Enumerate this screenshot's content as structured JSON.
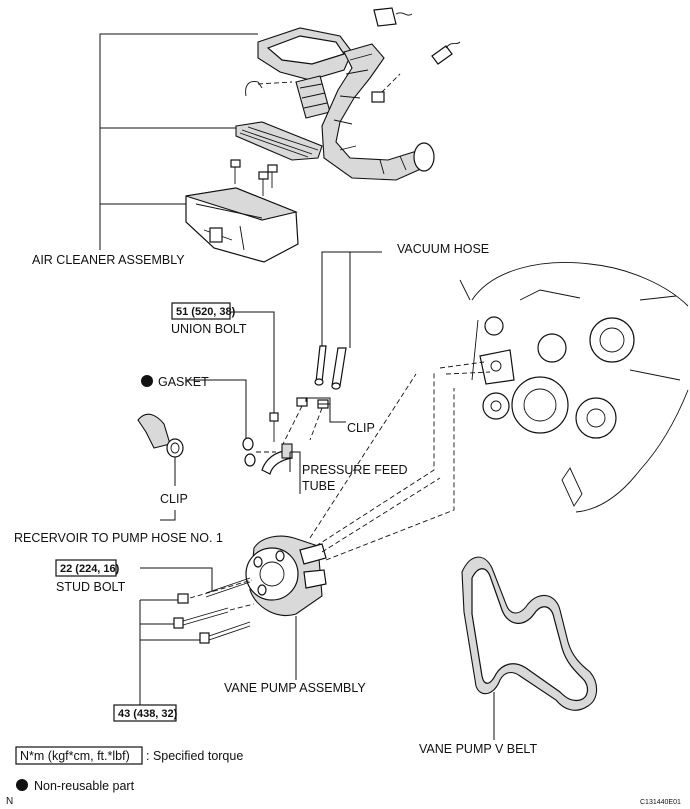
{
  "labels": {
    "air_cleaner_assembly": "AIR CLEANER ASSEMBLY",
    "vacuum_hose": "VACUUM HOSE",
    "union_bolt": "UNION BOLT",
    "gasket": "GASKET",
    "clip_right": "CLIP",
    "pressure_feed_tube_1": "PRESSURE FEED",
    "pressure_feed_tube_2": "TUBE",
    "clip_left": "CLIP",
    "reservoir_hose": "RECERVOIR TO PUMP HOSE NO. 1",
    "stud_bolt": "STUD BOLT",
    "vane_pump_assembly": "VANE PUMP ASSEMBLY",
    "vane_pump_v_belt": "VANE PUMP V BELT"
  },
  "torques": {
    "union_bolt": "51 (520, 38)",
    "stud_bolt": "22 (224, 16)",
    "pump_bolts": "43 (438, 32)"
  },
  "legend": {
    "torque_unit": "N*m (kgf*cm, ft.*lbf)",
    "torque_desc": ": Specified torque",
    "nonreusable": "Non-reusable part"
  },
  "footer": {
    "code": "C131440E01",
    "corner": "N"
  }
}
